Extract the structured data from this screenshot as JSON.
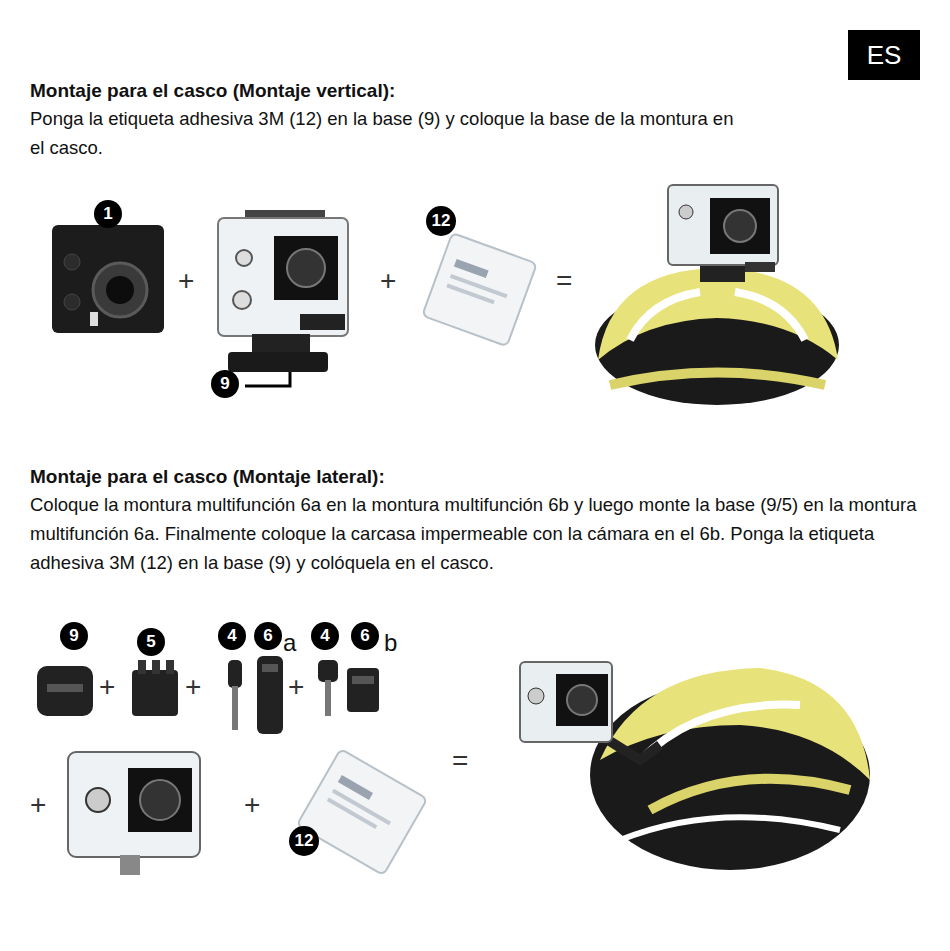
{
  "diagram": {
    "nodes": [
      {
        "text": [
          "ES"
        ]
      },
      {
        "text": [
          "1"
        ]
      },
      {
        "text": [
          "12"
        ]
      },
      {
        "text": [
          "9"
        ]
      },
      {
        "text": [
          "9"
        ]
      },
      {
        "text": [
          "5"
        ]
      },
      {
        "text": [
          "4"
        ]
      },
      {
        "text": [
          "6"
        ]
      },
      {
        "text": [
          "4"
        ]
      },
      {
        "text": [
          "6"
        ]
      },
      {
        "text": [
          "12"
        ]
      }
    ],
    "labels": [
      "Montaje para el casco (Montaje vertical):",
      "Ponga la etiqueta adhesiva 3M (12) en la base (9) y coloque la base de la montura en el casco.",
      "+",
      "+",
      "=",
      "Montaje para el casco (Montaje lateral):",
      "Coloque la montura multifunción 6a en la montura multifunción 6b y luego monte la base (9/5) en la montura multifunción 6a. Finalmente coloque la carcasa impermeable con la cámara en el 6b. Ponga la etiqueta adhesiva 3M (12) en la base (9) y colóquela en el casco.",
      "a",
      "b",
      "+",
      "+",
      "+",
      "+",
      "+",
      "="
    ]
  }
}
